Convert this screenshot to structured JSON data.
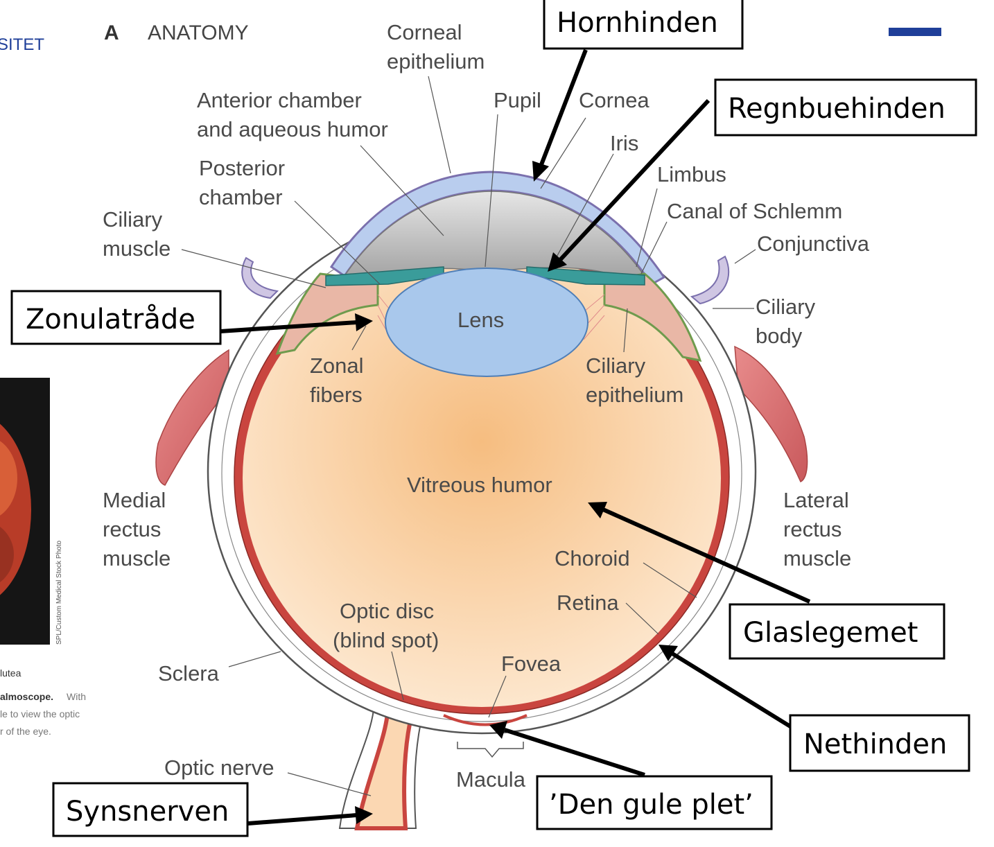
{
  "header": {
    "org_fragment": "SITET",
    "panel_letter": "A",
    "panel_title": "ANATOMY",
    "accent_color": "#1f3f99"
  },
  "side_photo": {
    "credit": "SPL/Custom Medical Stock Photo",
    "caption_lines": [
      "lutea",
      "almoscope.",
      "With",
      "le to view the optic",
      "r of the eye."
    ]
  },
  "labels": {
    "corneal_epithelium": [
      "Corneal",
      "epithelium"
    ],
    "anterior_chamber": [
      "Anterior chamber",
      "and aqueous humor"
    ],
    "pupil": "Pupil",
    "cornea": "Cornea",
    "iris": "Iris",
    "limbus": "Limbus",
    "canal_of_schlemm": "Canal of Schlemm",
    "conjunctiva": "Conjunctiva",
    "posterior_chamber": [
      "Posterior",
      "chamber"
    ],
    "ciliary_muscle": [
      "Ciliary",
      "muscle"
    ],
    "ciliary_body": [
      "Ciliary",
      "body"
    ],
    "lens": "Lens",
    "zonal_fibers": [
      "Zonal",
      "fibers"
    ],
    "ciliary_epithelium": [
      "Ciliary",
      "epithelium"
    ],
    "vitreous_humor": "Vitreous humor",
    "medial_rectus": [
      "Medial",
      "rectus",
      "muscle"
    ],
    "lateral_rectus": [
      "Lateral",
      "rectus",
      "muscle"
    ],
    "choroid": "Choroid",
    "retina": "Retina",
    "optic_disc": [
      "Optic disc",
      "(blind spot)"
    ],
    "fovea": "Fovea",
    "sclera": "Sclera",
    "optic_nerve": "Optic nerve",
    "macula": "Macula"
  },
  "callouts": {
    "hornhinden": "Hornhinden",
    "regnbuehinden": "Regnbuehinden",
    "zonulatraade": "Zonulatråde",
    "glaslegemet": "Glaslegemet",
    "nethinden": "Nethinden",
    "den_gule_plet": "’Den gule plet’",
    "synsnerven": "Synsnerven"
  },
  "colors": {
    "vitreous_center": "#f8c48c",
    "vitreous_edge": "#fde6cc",
    "retina": "#c9453f",
    "sclera": "#ffffff",
    "cornea": "#b9cdee",
    "lens": "#a9c8ec",
    "iris": "#3a9c9a",
    "muscle": "#e2797a",
    "chamber": "#b9b9b9",
    "ciliary": "#8fbf6b"
  }
}
